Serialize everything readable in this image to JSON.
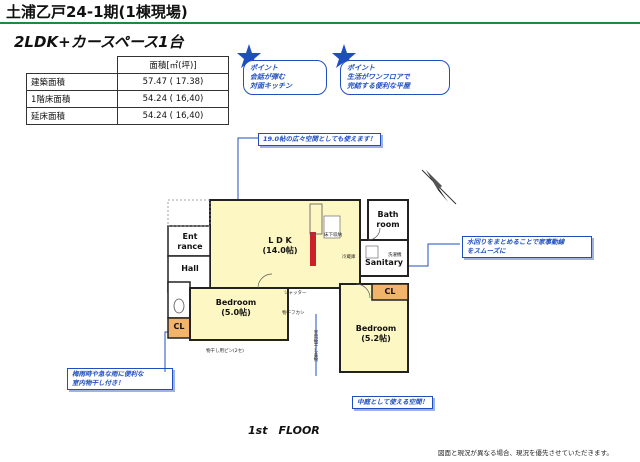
{
  "header": {
    "title": "土浦乙戸24-1期(1棟現場)",
    "plan_type": "2LDK+カースペース1台"
  },
  "area_table": {
    "unit_header": "面積[㎡(坪)]",
    "rows": [
      {
        "label": "建築面積",
        "value": "57.47 ( 17.38)"
      },
      {
        "label": "1階床面積",
        "value": "54.24 ( 16,40)"
      },
      {
        "label": "延床面積",
        "value": "54.24 ( 16,40)"
      }
    ]
  },
  "points": [
    {
      "heading": "ポイント",
      "text1": "会話が弾む",
      "text2": "対面キッチン"
    },
    {
      "heading": "ポイント",
      "text1": "生活がワンフロアで",
      "text2": "完結する便利な平屋"
    }
  ],
  "notes": {
    "ldk": "19.0帖の広々空間としても使えます！",
    "water": [
      "水回りをまとめることで家事動線",
      "をスムーズに"
    ],
    "rain": [
      "梅雨時や急な雨に便利な",
      "室内物干し付き！"
    ],
    "yard": "中庭として使える空間！"
  },
  "rooms": {
    "ldk": [
      "L D K",
      "(14.0帖)"
    ],
    "entrance": [
      "Ent",
      "rance"
    ],
    "hall": "Hall",
    "bath": [
      "Bath",
      "room"
    ],
    "sanitary": "Sanitary",
    "bedroom1": [
      "Bedroom",
      "(5.0帖)"
    ],
    "bedroom2": [
      "Bedroom",
      "(5.2帖)"
    ],
    "cl1": "CL",
    "cl2": "CL"
  },
  "small_labels": {
    "shutter": "シャッター",
    "hook": "物干フカシ",
    "hanger": "物干し用ピン(2セ)",
    "storage": "床下収納",
    "fridge": "冷蔵庫",
    "washer": "洗濯機",
    "hanger2": "室内物干し金物"
  },
  "floor_label": "1st　FLOOR",
  "footer_note": "図面と現況が異なる場合、現況を優先させていただきます。",
  "colors": {
    "accent_green": "#1f8a3a",
    "note_blue": "#1f4fbf",
    "ldk_yellow": "#fdf7c3",
    "kitchen_red": "#cc1f2a",
    "closet_orange": "#f2b36b"
  },
  "icons": [
    "star-icon",
    "north-arrow-icon"
  ]
}
